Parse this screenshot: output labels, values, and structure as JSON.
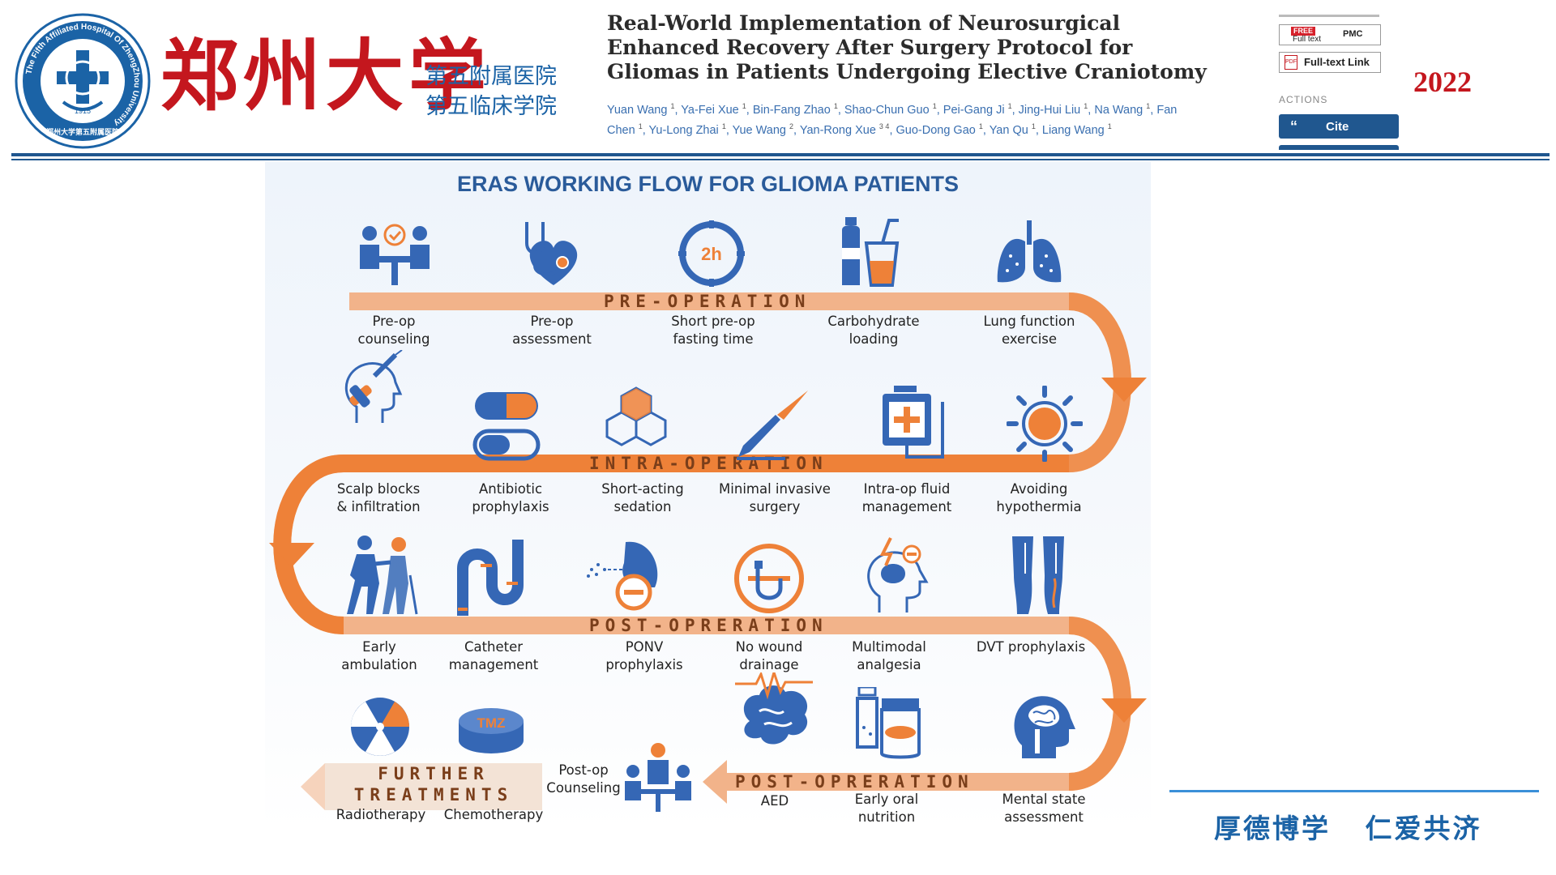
{
  "header": {
    "seal": {
      "ring_text": "The Fifth Affiliated Hospital Of ZhengZhou University",
      "year": "1915",
      "bottom_text": "郑州大学第五附属医院"
    },
    "university_name": "郑州大学",
    "college_line1": "第五附属医院",
    "college_line2": "第五临床学院",
    "year": "2022"
  },
  "paper": {
    "title_line1": "Real-World Implementation of Neurosurgical",
    "title_line2": "Enhanced Recovery After Surgery Protocol for",
    "title_line3": "Gliomas in Patients Undergoing Elective Craniotomy",
    "authors": [
      {
        "name": "Yuan Wang",
        "aff": "1"
      },
      {
        "name": "Ya-Fei Xue",
        "aff": "1"
      },
      {
        "name": "Bin-Fang Zhao",
        "aff": "1"
      },
      {
        "name": "Shao-Chun Guo",
        "aff": "1"
      },
      {
        "name": "Pei-Gang Ji",
        "aff": "1"
      },
      {
        "name": "Jing-Hui Liu",
        "aff": "1"
      },
      {
        "name": "Na Wang",
        "aff": "1"
      },
      {
        "name": "Fan Chen",
        "aff": "1"
      },
      {
        "name": "Yu-Long Zhai",
        "aff": "1"
      },
      {
        "name": "Yue Wang",
        "aff": "2"
      },
      {
        "name": "Yan-Rong Xue",
        "aff": "3 4"
      },
      {
        "name": "Guo-Dong Gao",
        "aff": "1"
      },
      {
        "name": "Yan Qu",
        "aff": "1"
      },
      {
        "name": "Liang Wang",
        "aff": "1"
      }
    ]
  },
  "sidebar": {
    "free_badge": "FREE",
    "full_text": "Full text",
    "pmc": "PMC",
    "full_text_link": "Full-text Link",
    "pdf_glyph": "PDF",
    "actions_label": "ACTIONS",
    "cite_label": "Cite",
    "cite_icon": "“"
  },
  "infographic": {
    "title": "ERAS WORKING FLOW FOR GLIOMA PATIENTS",
    "phases": {
      "pre": "PRE-OPERATION",
      "intra": "INTRA-OPERATION",
      "post1": "POST-OPRERATION",
      "post2": "POST-OPRERATION",
      "further_line1": "FURTHER",
      "further_line2": "TREATMENTS"
    },
    "icon_texts": {
      "fasting": "2h",
      "tmz": "TMZ"
    },
    "row1": [
      {
        "line1": "Pre-op",
        "line2": "counseling",
        "icon": "counseling-icon"
      },
      {
        "line1": "Pre-op",
        "line2": "assessment",
        "icon": "stethoscope-heart-icon"
      },
      {
        "line1": "Short pre-op",
        "line2": "fasting time",
        "icon": "clock-icon"
      },
      {
        "line1": "Carbohydrate",
        "line2": "loading",
        "icon": "drink-bottle-icon"
      },
      {
        "line1": "Lung function",
        "line2": "exercise",
        "icon": "lungs-icon"
      }
    ],
    "row2": [
      {
        "line1": "Scalp blocks",
        "line2": "& infiltration",
        "icon": "head-injection-icon"
      },
      {
        "line1": "Antibiotic",
        "line2": "prophylaxis",
        "icon": "pill-icon"
      },
      {
        "line1": "Short-acting",
        "line2": "sedation",
        "icon": "hexagon-molecule-icon"
      },
      {
        "line1": "Minimal invasive",
        "line2": "surgery",
        "icon": "scalpel-icon"
      },
      {
        "line1": "Intra-op fluid",
        "line2": "management",
        "icon": "iv-bag-icon"
      },
      {
        "line1": "Avoiding",
        "line2": "hypothermia",
        "icon": "sun-icon"
      }
    ],
    "row3": [
      {
        "line1": "Early",
        "line2": "ambulation",
        "icon": "walking-assist-icon"
      },
      {
        "line1": "Catheter",
        "line2": "management",
        "icon": "catheter-tube-icon"
      },
      {
        "line1": "PONV",
        "line2": "prophylaxis",
        "icon": "vomit-ban-icon"
      },
      {
        "line1": "No wound",
        "line2": "drainage",
        "icon": "drain-ban-icon"
      },
      {
        "line1": "Multimodal",
        "line2": "analgesia",
        "icon": "head-pain-icon"
      },
      {
        "line1": "DVT prophylaxis",
        "line2": "",
        "icon": "legs-icon"
      }
    ],
    "row4": [
      {
        "line1": "AED",
        "line2": "",
        "icon": "brain-wave-icon"
      },
      {
        "line1": "Early oral",
        "line2": "nutrition",
        "icon": "nutrition-can-icon"
      },
      {
        "line1": "Mental state",
        "line2": "assessment",
        "icon": "head-brain-icon"
      }
    ],
    "postop_counseling_line1": "Post-op",
    "postop_counseling_line2": "Counseling",
    "further": [
      {
        "label": "Radiotherapy",
        "icon": "radiation-icon"
      },
      {
        "label": "Chemotherapy",
        "icon": "tmz-drug-icon"
      }
    ],
    "colors": {
      "blue": "#3567b5",
      "orange": "#ee8138",
      "band": "#f2b38a"
    }
  },
  "motto": "厚德博学 仁爱共济"
}
